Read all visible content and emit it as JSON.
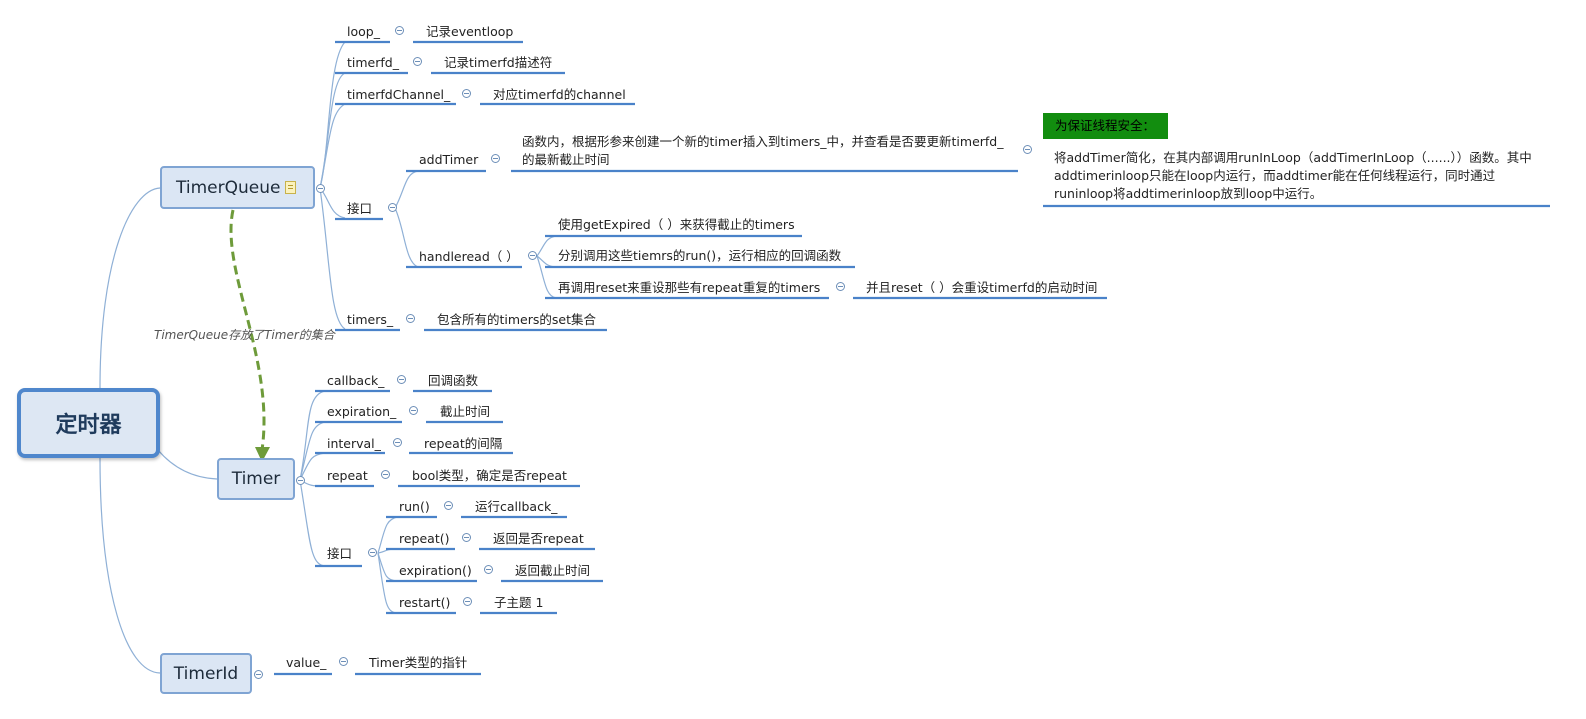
{
  "root": "定时器",
  "timerqueue": {
    "title": "TimerQueue",
    "loop": "loop_",
    "loop_desc": "记录eventloop",
    "timerfd": "timerfd_",
    "timerfd_desc": "记录timerfd描述符",
    "channel": "timerfdChannel_",
    "channel_desc": "对应timerfd的channel",
    "iface": "接口",
    "addtimer": "addTimer",
    "addtimer_desc1": "函数内，根据形参来创建一个新的timer插入到timers_中，并查看是否要更新timerfd_",
    "addtimer_desc2": "的最新截止时间",
    "safety_label": "为保证线程安全：",
    "safety_line1": "将addTimer简化，在其内部调用runInLoop（addTimerInLoop（......））函数。其中",
    "safety_line2": "addtimerinloop只能在loop内运行，而addtimer能在任何线程运行，同时通过",
    "safety_line3": "runinloop将addtimerinloop放到loop中运行。",
    "handleread": "handleread（ ）",
    "hr_1": "使用getExpired（ ）来获得截止的timers",
    "hr_2": "分别调用这些tiemrs的run()，运行相应的回调函数",
    "hr_3": "再调用reset来重设那些有repeat重复的timers",
    "hr_3_sub": "并且reset（ ）会重设timerfd的启动时间",
    "timers": "timers_",
    "timers_desc": "包含所有的timers的set集合"
  },
  "relation": "TimerQueue存放了Timer的集合",
  "timer": {
    "title": "Timer",
    "callback": "callback_",
    "callback_desc": "回调函数",
    "expiration": "expiration_",
    "expiration_desc": "截止时间",
    "interval": "interval_",
    "interval_desc": "repeat的间隔",
    "repeat": "repeat",
    "repeat_desc": "bool类型，确定是否repeat",
    "iface": "接口",
    "run": "run()",
    "run_desc": "运行callback_",
    "repeat_fn": "repeat()",
    "repeat_fn_desc": "返回是否repeat",
    "expiration_fn": "expiration()",
    "expiration_fn_desc": "返回截止时间",
    "restart": "restart()",
    "restart_desc": "子主题 1"
  },
  "timerid": {
    "title": "TimerId",
    "value": "value_",
    "value_desc": "Timer类型的指针"
  },
  "colors": {
    "line": "#4a82c9",
    "branch": "#8fb0d6",
    "relation": "#6e9b3a",
    "green": "#128d0f"
  }
}
